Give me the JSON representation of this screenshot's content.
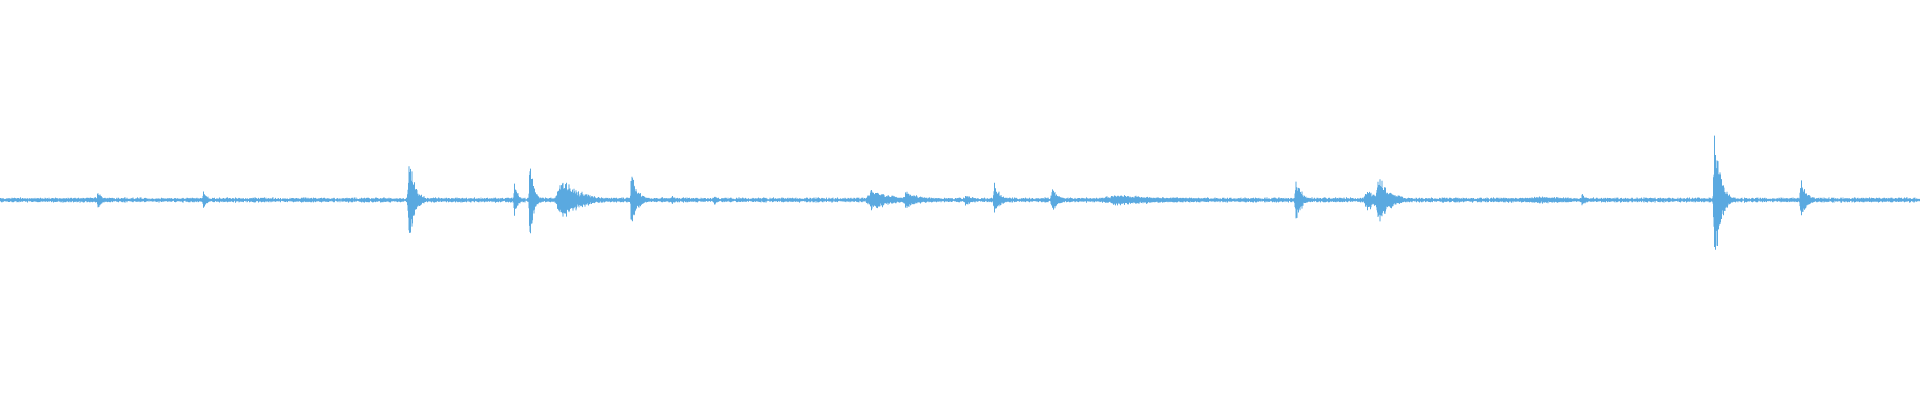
{
  "colors": {
    "background": "#ffffff",
    "waveform": "#5aa9e0"
  },
  "waveform": {
    "baseline_noise": 0.01,
    "events": [
      {
        "t": 0.051,
        "amp": 0.05,
        "dur": 0.003
      },
      {
        "t": 0.106,
        "amp": 0.06,
        "dur": 0.002
      },
      {
        "t": 0.213,
        "amp": 0.28,
        "dur": 0.003
      },
      {
        "t": 0.268,
        "amp": 0.1,
        "dur": 0.002
      },
      {
        "t": 0.276,
        "amp": 0.24,
        "dur": 0.002
      },
      {
        "t": 0.292,
        "amp": 0.13,
        "dur": 0.01
      },
      {
        "t": 0.329,
        "amp": 0.18,
        "dur": 0.003
      },
      {
        "t": 0.35,
        "amp": 0.03,
        "dur": 0.002
      },
      {
        "t": 0.372,
        "amp": 0.03,
        "dur": 0.002
      },
      {
        "t": 0.454,
        "amp": 0.06,
        "dur": 0.012
      },
      {
        "t": 0.472,
        "amp": 0.05,
        "dur": 0.008
      },
      {
        "t": 0.503,
        "amp": 0.04,
        "dur": 0.004
      },
      {
        "t": 0.518,
        "amp": 0.1,
        "dur": 0.003
      },
      {
        "t": 0.548,
        "amp": 0.08,
        "dur": 0.003
      },
      {
        "t": 0.58,
        "amp": 0.03,
        "dur": 0.04
      },
      {
        "t": 0.675,
        "amp": 0.14,
        "dur": 0.003
      },
      {
        "t": 0.712,
        "amp": 0.06,
        "dur": 0.008
      },
      {
        "t": 0.718,
        "amp": 0.14,
        "dur": 0.006
      },
      {
        "t": 0.8,
        "amp": 0.02,
        "dur": 0.04
      },
      {
        "t": 0.824,
        "amp": 0.04,
        "dur": 0.002
      },
      {
        "t": 0.893,
        "amp": 0.45,
        "dur": 0.003
      },
      {
        "t": 0.938,
        "amp": 0.12,
        "dur": 0.003
      }
    ]
  }
}
